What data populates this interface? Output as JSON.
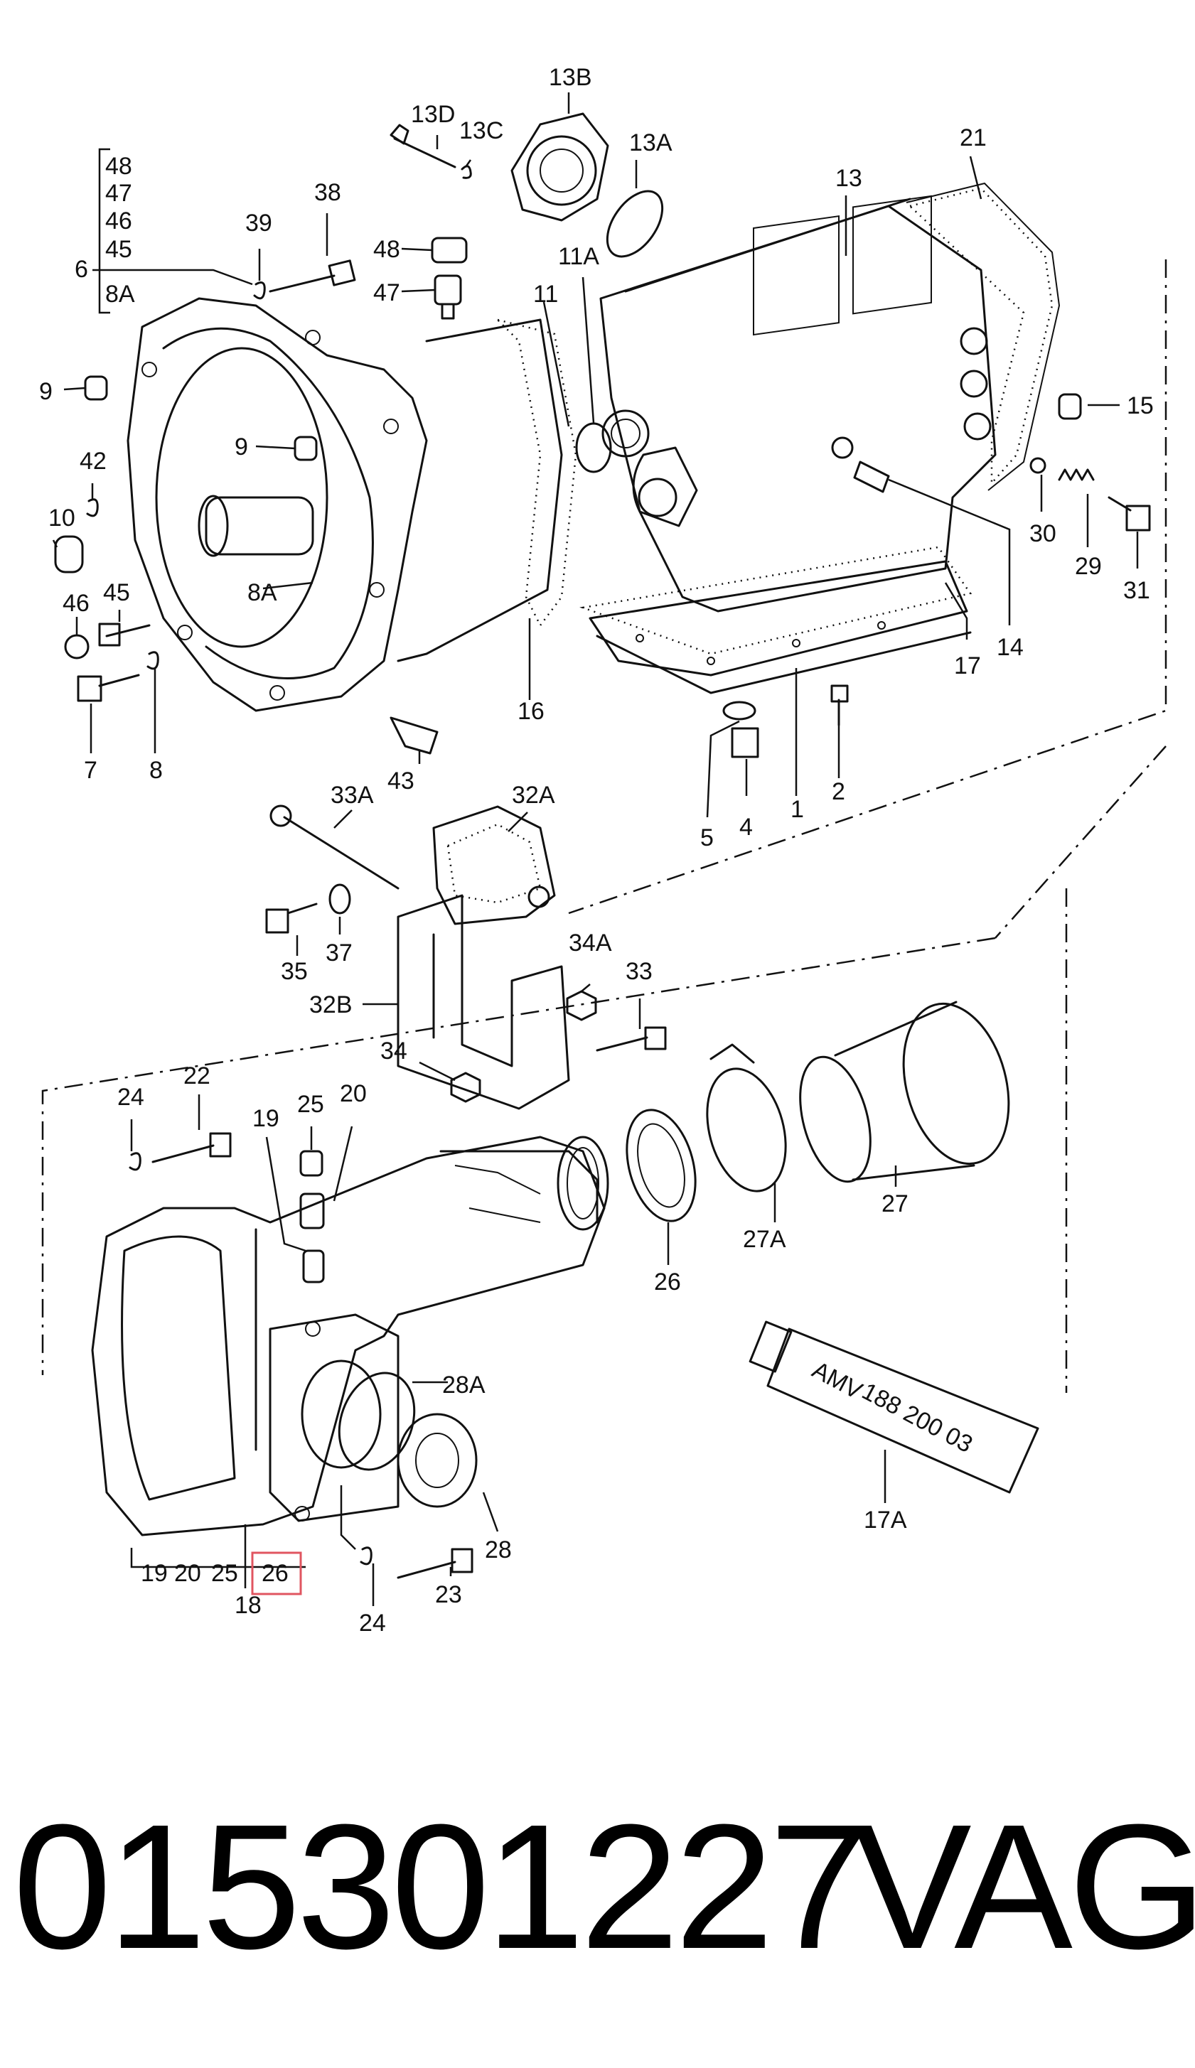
{
  "callouts": [
    {
      "id": "c-13B",
      "text": "13B"
    },
    {
      "id": "c-13D",
      "text": "13D"
    },
    {
      "id": "c-13C",
      "text": "13C"
    },
    {
      "id": "c-13A",
      "text": "13A"
    },
    {
      "id": "c-21",
      "text": "21"
    },
    {
      "id": "c-13",
      "text": "13"
    },
    {
      "id": "c-48",
      "text": "48"
    },
    {
      "id": "c-47",
      "text": "47"
    },
    {
      "id": "c-46a",
      "text": "46"
    },
    {
      "id": "c-45a",
      "text": "45"
    },
    {
      "id": "c-8Aa",
      "text": "8A"
    },
    {
      "id": "c-6",
      "text": "6"
    },
    {
      "id": "c-38",
      "text": "38"
    },
    {
      "id": "c-39",
      "text": "39"
    },
    {
      "id": "c-48b",
      "text": "48"
    },
    {
      "id": "c-47b",
      "text": "47"
    },
    {
      "id": "c-11A",
      "text": "11A"
    },
    {
      "id": "c-11",
      "text": "11"
    },
    {
      "id": "c-9a",
      "text": "9"
    },
    {
      "id": "c-9b",
      "text": "9"
    },
    {
      "id": "c-42",
      "text": "42"
    },
    {
      "id": "c-10",
      "text": "10"
    },
    {
      "id": "c-45b",
      "text": "45"
    },
    {
      "id": "c-46b",
      "text": "46"
    },
    {
      "id": "c-8Ab",
      "text": "8A"
    },
    {
      "id": "c-7",
      "text": "7"
    },
    {
      "id": "c-8",
      "text": "8"
    },
    {
      "id": "c-43",
      "text": "43"
    },
    {
      "id": "c-16",
      "text": "16"
    },
    {
      "id": "c-15",
      "text": "15"
    },
    {
      "id": "c-30",
      "text": "30"
    },
    {
      "id": "c-29",
      "text": "29"
    },
    {
      "id": "c-31",
      "text": "31"
    },
    {
      "id": "c-14",
      "text": "14"
    },
    {
      "id": "c-17",
      "text": "17"
    },
    {
      "id": "c-5",
      "text": "5"
    },
    {
      "id": "c-4",
      "text": "4"
    },
    {
      "id": "c-1",
      "text": "1"
    },
    {
      "id": "c-2",
      "text": "2"
    },
    {
      "id": "c-33A",
      "text": "33A"
    },
    {
      "id": "c-32A",
      "text": "32A"
    },
    {
      "id": "c-35",
      "text": "35"
    },
    {
      "id": "c-37",
      "text": "37"
    },
    {
      "id": "c-32B",
      "text": "32B"
    },
    {
      "id": "c-34A",
      "text": "34A"
    },
    {
      "id": "c-33",
      "text": "33"
    },
    {
      "id": "c-34",
      "text": "34"
    },
    {
      "id": "c-24a",
      "text": "24"
    },
    {
      "id": "c-22",
      "text": "22"
    },
    {
      "id": "c-19",
      "text": "19"
    },
    {
      "id": "c-25",
      "text": "25"
    },
    {
      "id": "c-20",
      "text": "20"
    },
    {
      "id": "c-27",
      "text": "27"
    },
    {
      "id": "c-27A",
      "text": "27A"
    },
    {
      "id": "c-26",
      "text": "26"
    },
    {
      "id": "c-28A",
      "text": "28A"
    },
    {
      "id": "c-28",
      "text": "28"
    },
    {
      "id": "c-23",
      "text": "23"
    },
    {
      "id": "c-24b",
      "text": "24"
    },
    {
      "id": "c-17A",
      "text": "17A"
    },
    {
      "id": "c-18",
      "text": "18"
    }
  ],
  "group_18": [
    "19",
    "20",
    "25",
    "26"
  ],
  "tube_label": [
    "AMV",
    "188 200 03"
  ],
  "highlight_color": "#e05560",
  "footer": {
    "part_number": "015301227",
    "brand": "VAG"
  }
}
